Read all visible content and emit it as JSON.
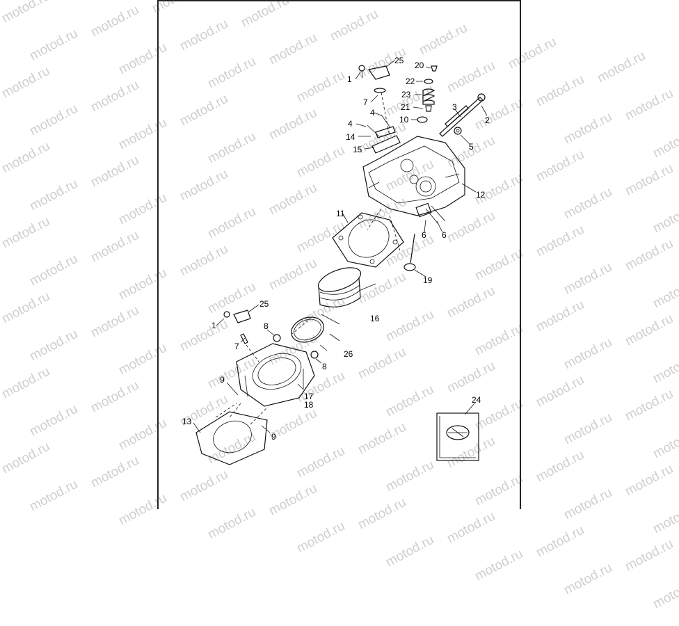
{
  "watermark_text": "motod.ru",
  "callouts": [
    {
      "id": "1a",
      "text": "1"
    },
    {
      "id": "25a",
      "text": "25"
    },
    {
      "id": "20",
      "text": "20"
    },
    {
      "id": "22",
      "text": "22"
    },
    {
      "id": "23",
      "text": "23"
    },
    {
      "id": "21",
      "text": "21"
    },
    {
      "id": "10",
      "text": "10"
    },
    {
      "id": "7a",
      "text": "7"
    },
    {
      "id": "4a",
      "text": "4"
    },
    {
      "id": "4b",
      "text": "4"
    },
    {
      "id": "14",
      "text": "14"
    },
    {
      "id": "15",
      "text": "15"
    },
    {
      "id": "3",
      "text": "3"
    },
    {
      "id": "2",
      "text": "2"
    },
    {
      "id": "5",
      "text": "5"
    },
    {
      "id": "12",
      "text": "12"
    },
    {
      "id": "11",
      "text": "11"
    },
    {
      "id": "6a",
      "text": "6"
    },
    {
      "id": "6b",
      "text": "6"
    },
    {
      "id": "19",
      "text": "19"
    },
    {
      "id": "16",
      "text": "16"
    },
    {
      "id": "25b",
      "text": "25"
    },
    {
      "id": "1b",
      "text": "1"
    },
    {
      "id": "8a",
      "text": "8"
    },
    {
      "id": "7b",
      "text": "7"
    },
    {
      "id": "8b",
      "text": "8"
    },
    {
      "id": "26",
      "text": "26"
    },
    {
      "id": "9a",
      "text": "9"
    },
    {
      "id": "17",
      "text": "17"
    },
    {
      "id": "18",
      "text": "18"
    },
    {
      "id": "13",
      "text": "13"
    },
    {
      "id": "9b",
      "text": "9"
    },
    {
      "id": "24",
      "text": "24"
    }
  ]
}
